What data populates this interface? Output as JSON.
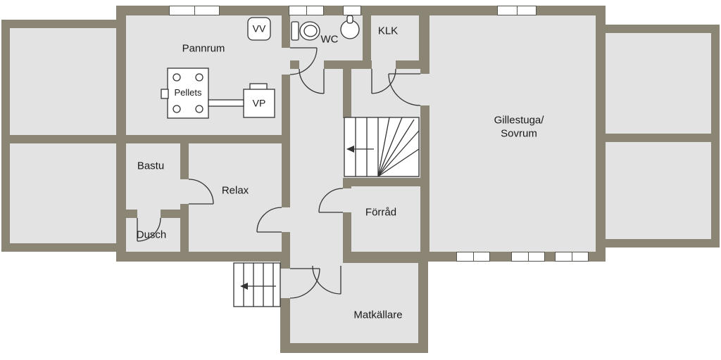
{
  "plan": {
    "colors": {
      "wall": "#8b8576",
      "floor": "#e3e3e3",
      "background": "#ffffff",
      "line": "#333333"
    },
    "rooms": {
      "pannrum": "Pannrum",
      "vv": "VV",
      "wc": "WC",
      "klk": "KLK",
      "gillestuga_line1": "Gillestuga/",
      "gillestuga_line2": "Sovrum",
      "pellets": "Pellets",
      "vp": "VP",
      "bastu": "Bastu",
      "relax": "Relax",
      "dusch": "Dusch",
      "forrad": "Förråd",
      "matkallare": "Matkällare"
    }
  }
}
